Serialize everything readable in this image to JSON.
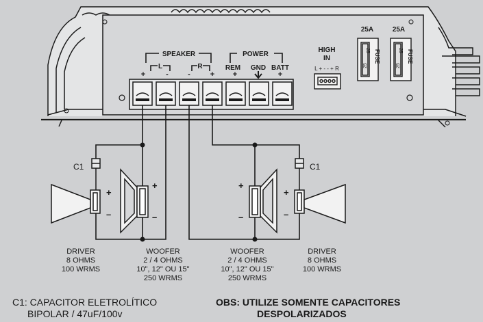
{
  "amp": {
    "speaker_group": "SPEAKER",
    "left_channel": "L",
    "right_channel": "R",
    "power_group": "POWER",
    "rem_label": "REM",
    "gnd_label": "GND",
    "batt_label": "BATT",
    "high_in_label_1": "HIGH",
    "high_in_label_2": "IN",
    "high_in_pins": "L  + - - +  R",
    "fuse_rating": "25A",
    "fuse_label": "FUSE",
    "fuse_mark": "25"
  },
  "polarity": {
    "plus": "+",
    "minus": "-",
    "minus_long": "–"
  },
  "capacitor_label": "C1",
  "speakers": {
    "driver_left": [
      "DRIVER",
      "8 OHMS",
      "100 WRMS"
    ],
    "woofer_left": [
      "WOOFER",
      "2 / 4 OHMS",
      "10\", 12\" OU 15\"",
      "250 WRMS"
    ],
    "woofer_right": [
      "WOOFER",
      "2 / 4 OHMS",
      "10\", 12\" OU 15\"",
      "250 WRMS"
    ],
    "driver_right": [
      "DRIVER",
      "8 OHMS",
      "100 WRMS"
    ]
  },
  "notes": {
    "c1_line1": "C1: CAPACITOR ELETROLÍTICO",
    "c1_line2": "BIPOLAR / 47uF/100v",
    "obs_line1": "OBS: UTILIZE SOMENTE  CAPACITORES",
    "obs_line2": "DESPOLARIZADOS"
  },
  "colors": {
    "background": "#cfd0d2",
    "ink": "#1a1a1a",
    "panel": "#d6d7d9"
  }
}
